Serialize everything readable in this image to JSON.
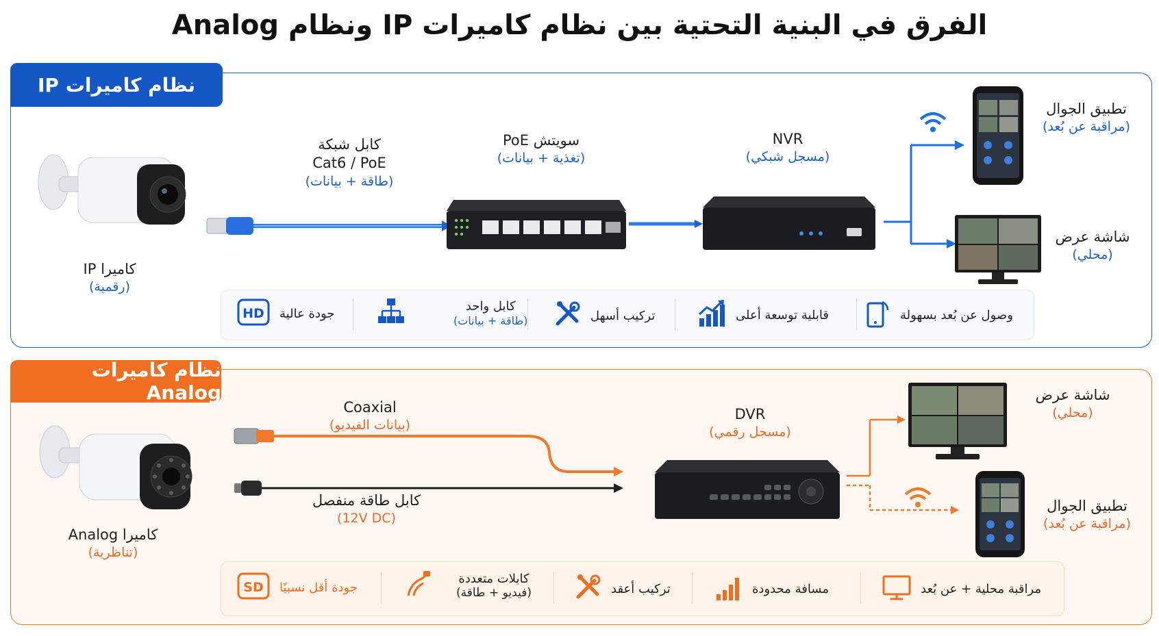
{
  "title": "الفرق في البنية التحتية بين نظام كاميرات IP ونظام Analog",
  "colors": {
    "ip_accent": "#1557c5",
    "analog_accent": "#ee6e22"
  },
  "ip": {
    "tab": "نظام كاميرات IP",
    "camera": {
      "label": "كاميرا IP",
      "sub": "(رقمية)"
    },
    "cable": {
      "line1": "كابل شبكة",
      "line2": "Cat6 / PoE",
      "sub": "(طاقة + بيانات)"
    },
    "switch": {
      "label": "سويتش PoE",
      "sub": "(تغذية + بيانات)"
    },
    "nvr": {
      "label": "NVR",
      "sub": "(مسجل شبكي)"
    },
    "mobile": {
      "label": "تطبيق الجوال",
      "sub": "(مراقبة عن بُعد)"
    },
    "monitor": {
      "label": "شاشة عرض",
      "sub": "(محلي)"
    },
    "features": [
      {
        "icon": "hd-icon",
        "text": "جودة عالية"
      },
      {
        "icon": "network-icon",
        "text": "كابل واحد",
        "sub": "(طاقة + بيانات)"
      },
      {
        "icon": "tools-icon",
        "text": "تركيب أسهل"
      },
      {
        "icon": "growth-chart-icon",
        "text": "قابلية توسعة أعلى"
      },
      {
        "icon": "remote-phone-icon",
        "text": "وصول عن بُعد بسهولة"
      }
    ]
  },
  "analog": {
    "tab": "نظام كاميرات Analog",
    "camera": {
      "label": "كاميرا Analog",
      "sub": "(تناظرية)"
    },
    "coax": {
      "label": "Coaxial",
      "sub": "(بيانات الفيديو)"
    },
    "power": {
      "label": "كابل طاقة منفصل",
      "sub": "(12V DC)"
    },
    "dvr": {
      "label": "DVR",
      "sub": "(مسجل رقمي)"
    },
    "monitor": {
      "label": "شاشة عرض",
      "sub": "(محلي)"
    },
    "mobile": {
      "label": "تطبيق الجوال",
      "sub": "(مراقبة عن بُعد)"
    },
    "features": [
      {
        "icon": "sd-icon",
        "text": "جودة أقل نسبيًا"
      },
      {
        "icon": "cables-icon",
        "text": "كابلات متعددة",
        "sub": "(فيديو + طاقة)"
      },
      {
        "icon": "tools-icon",
        "text": "تركيب أعقد"
      },
      {
        "icon": "signal-bars-icon",
        "text": "مسافة محدودة"
      },
      {
        "icon": "monitor-icon",
        "text": "مراقبة محلية + عن بُعد"
      }
    ]
  }
}
